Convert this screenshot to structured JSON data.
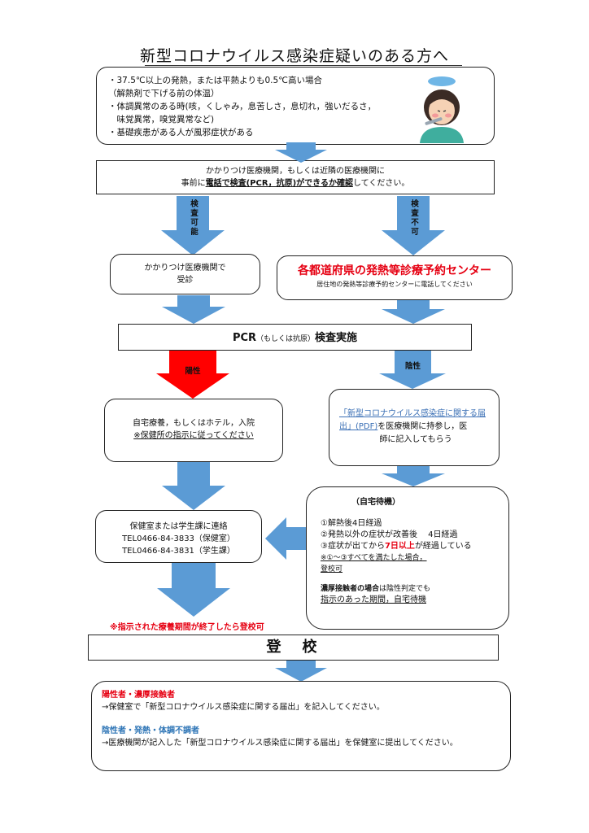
{
  "title": "新型コロナウイルス感染症疑いのある方へ",
  "symptoms": [
    "・37.5℃以上の発熱，または平熱よりも0.5℃高い場合",
    "（解熱剤で下げる前の体温）",
    "・体調異常のある時(咳，くしゃみ，息苦しさ，息切れ，強いだるさ，",
    "　味覚異常，嗅覚異常など)",
    "・基礎疾患がある人が風邪症状がある"
  ],
  "step1": {
    "line1": "かかりつけ医療機関，もしくは近隣の医療機関に",
    "line2_pre": "事前に",
    "line2_emph": "電話で検査(PCR，抗原)ができるか確認",
    "line2_post": "してください。"
  },
  "branch_left_label": "検査可能",
  "branch_right_label": "検査不可",
  "left_box": {
    "line1": "かかりつけ医療機関で",
    "line2": "受診"
  },
  "right_box": {
    "title": "各都道府県の発熱等診療予約センター",
    "sub": "居住地の発熱等診療予約センターに電話してください"
  },
  "test_box": {
    "main": "PCR",
    "paren": "（もしくは抗原）",
    "tail": "検査実施"
  },
  "positive_label": "陽性",
  "negative_label": "陰性",
  "positive_box": {
    "line1": "自宅療養，もしくはホテル，入院",
    "line2": "※保健所の指示に従ってください"
  },
  "negative_box": {
    "link": "「新型コロナウイルス感染症に関する届出」(PDF)",
    "line_rest": "を医療機関に持参し，医",
    "line3": "師に記入してもらう"
  },
  "home_wait": {
    "title": "（自宅待機）",
    "c1": "①解熱後4日経過",
    "c2": "②発熱以外の症状が改善後　 4日経過",
    "c3_pre": "③症状が出てから",
    "c3_emph": "7日以上",
    "c3_post": "が経過している",
    "note1": "※①～③すべてを満たした場合，",
    "note2": "登校可",
    "close_bold": "濃厚接触者の場合",
    "close_rest": "は陰性判定でも",
    "close_line2": "指示のあった期間，自宅待機"
  },
  "contact_box": {
    "line1": "保健室または学生課に連絡",
    "tel1": "TEL0466-84-3833（保健室）",
    "tel2": "TEL0466-84-3831（学生課）"
  },
  "notice": "※指示された療養期間が終了したら登校可",
  "school": "登　校",
  "bottom": {
    "h1": "陽性者・濃厚接触者",
    "t1": "→保健室で「新型コロナウイルス感染症に関する届出」を記入してください。",
    "h2": "陰性者・発熱・体調不調者",
    "t2": "→医療機関が記入した「新型コロナウイルス感染症に関する届出」を保健室に提出してください。"
  },
  "colors": {
    "arrow_blue": "#5b9bd5",
    "positive_red": "#ff0000",
    "text_red": "#e60012",
    "heading_blue": "#2e75b6"
  }
}
